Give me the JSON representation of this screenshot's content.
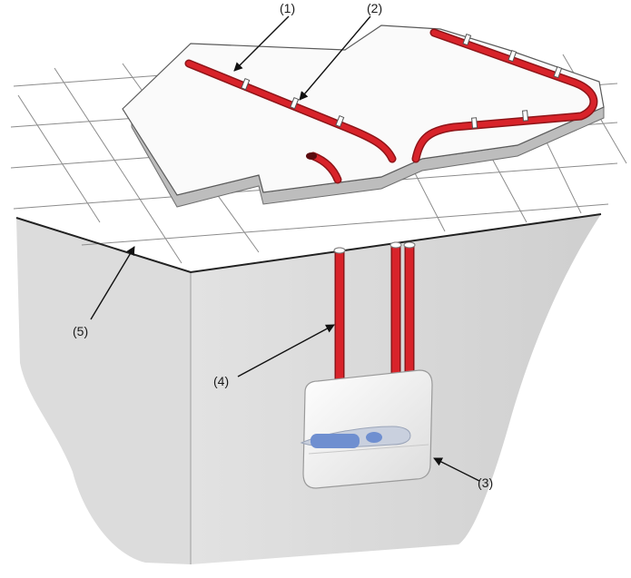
{
  "callouts": [
    {
      "id": "1",
      "text": "(1)"
    },
    {
      "id": "2",
      "text": "(2)"
    },
    {
      "id": "3",
      "text": "(3)"
    },
    {
      "id": "4",
      "text": "(4)"
    },
    {
      "id": "5",
      "text": "(5)"
    }
  ],
  "colors": {
    "cable": "#d8232a",
    "cable_dark": "#8e1418",
    "slab_top": "#fafafa",
    "slab_side": "#bdbdbd",
    "wall": "#d9d9d9",
    "wall_front": "#e6e6e6",
    "tile_line": "#8c8c8c",
    "thermostat_body": "#f4f4f4",
    "thermostat_display": "#6f8fd0"
  },
  "icons": [
    "thermostat-icon",
    "arrow-icon"
  ]
}
